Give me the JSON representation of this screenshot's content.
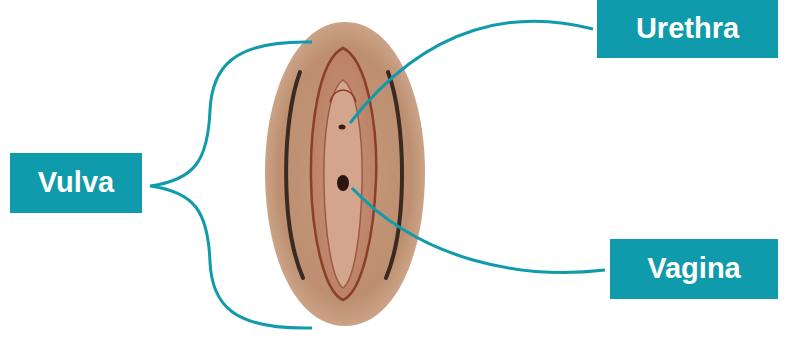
{
  "diagram": {
    "nodes": [
      {
        "text": [
          "Urethra"
        ]
      },
      {
        "text": [
          "Vulva"
        ]
      },
      {
        "text": [
          "Vagina"
        ]
      }
    ]
  }
}
